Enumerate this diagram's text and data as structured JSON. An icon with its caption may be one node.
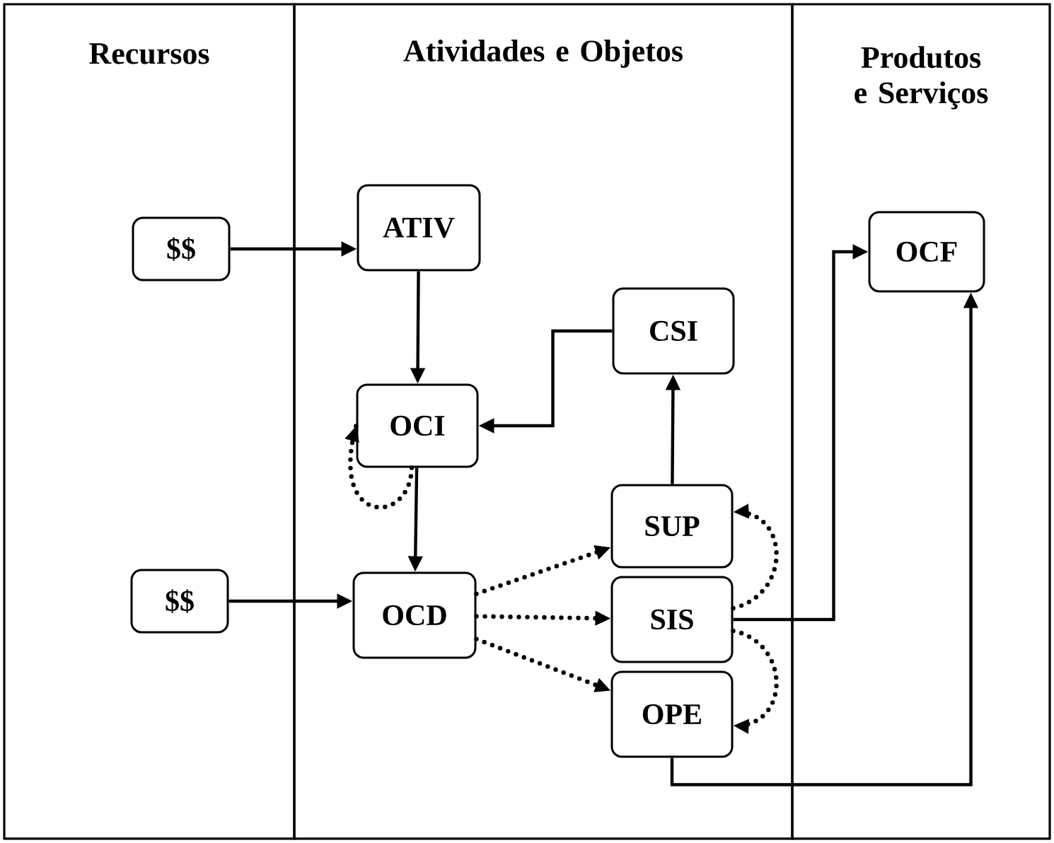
{
  "diagram": {
    "nodes": [
      {
        "text": [
          "Recursos"
        ]
      },
      {
        "text": [
          "Atividades e Objetos"
        ]
      },
      {
        "text": [
          "Produtos e Serviços"
        ]
      },
      {
        "text": [
          "$$"
        ],
        "in": 0
      },
      {
        "text": [
          "$$"
        ],
        "in": 0
      },
      {
        "text": [
          "ATIV"
        ],
        "in": 1
      },
      {
        "text": [
          "OCI"
        ],
        "in": 1
      },
      {
        "text": [
          "CSI"
        ],
        "in": 1
      },
      {
        "text": [
          "OCD"
        ],
        "in": 1
      },
      {
        "text": [
          "SUP"
        ],
        "in": 1
      },
      {
        "text": [
          "SIS"
        ],
        "in": 1
      },
      {
        "text": [
          "OPE"
        ],
        "in": 1
      },
      {
        "text": [
          "OCF"
        ],
        "in": 2
      }
    ],
    "edges": [
      {
        "from": 3,
        "to": 5,
        "arrow": "to"
      },
      {
        "from": 4,
        "to": 8,
        "arrow": "to"
      },
      {
        "from": 5,
        "to": 6,
        "arrow": "to"
      },
      {
        "from": 7,
        "to": 6,
        "arrow": "to"
      },
      {
        "from": 6,
        "to": 6,
        "arrow": "to",
        "style": "dashed"
      },
      {
        "from": 6,
        "to": 8,
        "arrow": "to"
      },
      {
        "from": 8,
        "to": 9,
        "arrow": "to",
        "style": "dashed"
      },
      {
        "from": 8,
        "to": 10,
        "arrow": "to",
        "style": "dashed"
      },
      {
        "from": 8,
        "to": 11,
        "arrow": "to",
        "style": "dashed"
      },
      {
        "from": 9,
        "to": 7,
        "arrow": "to"
      },
      {
        "from": 10,
        "to": 9,
        "arrow": "to",
        "style": "dashed"
      },
      {
        "from": 10,
        "to": 11,
        "arrow": "to",
        "style": "dashed"
      },
      {
        "from": 10,
        "to": 12,
        "arrow": "to"
      },
      {
        "from": 11,
        "to": 12,
        "arrow": "to"
      }
    ]
  }
}
